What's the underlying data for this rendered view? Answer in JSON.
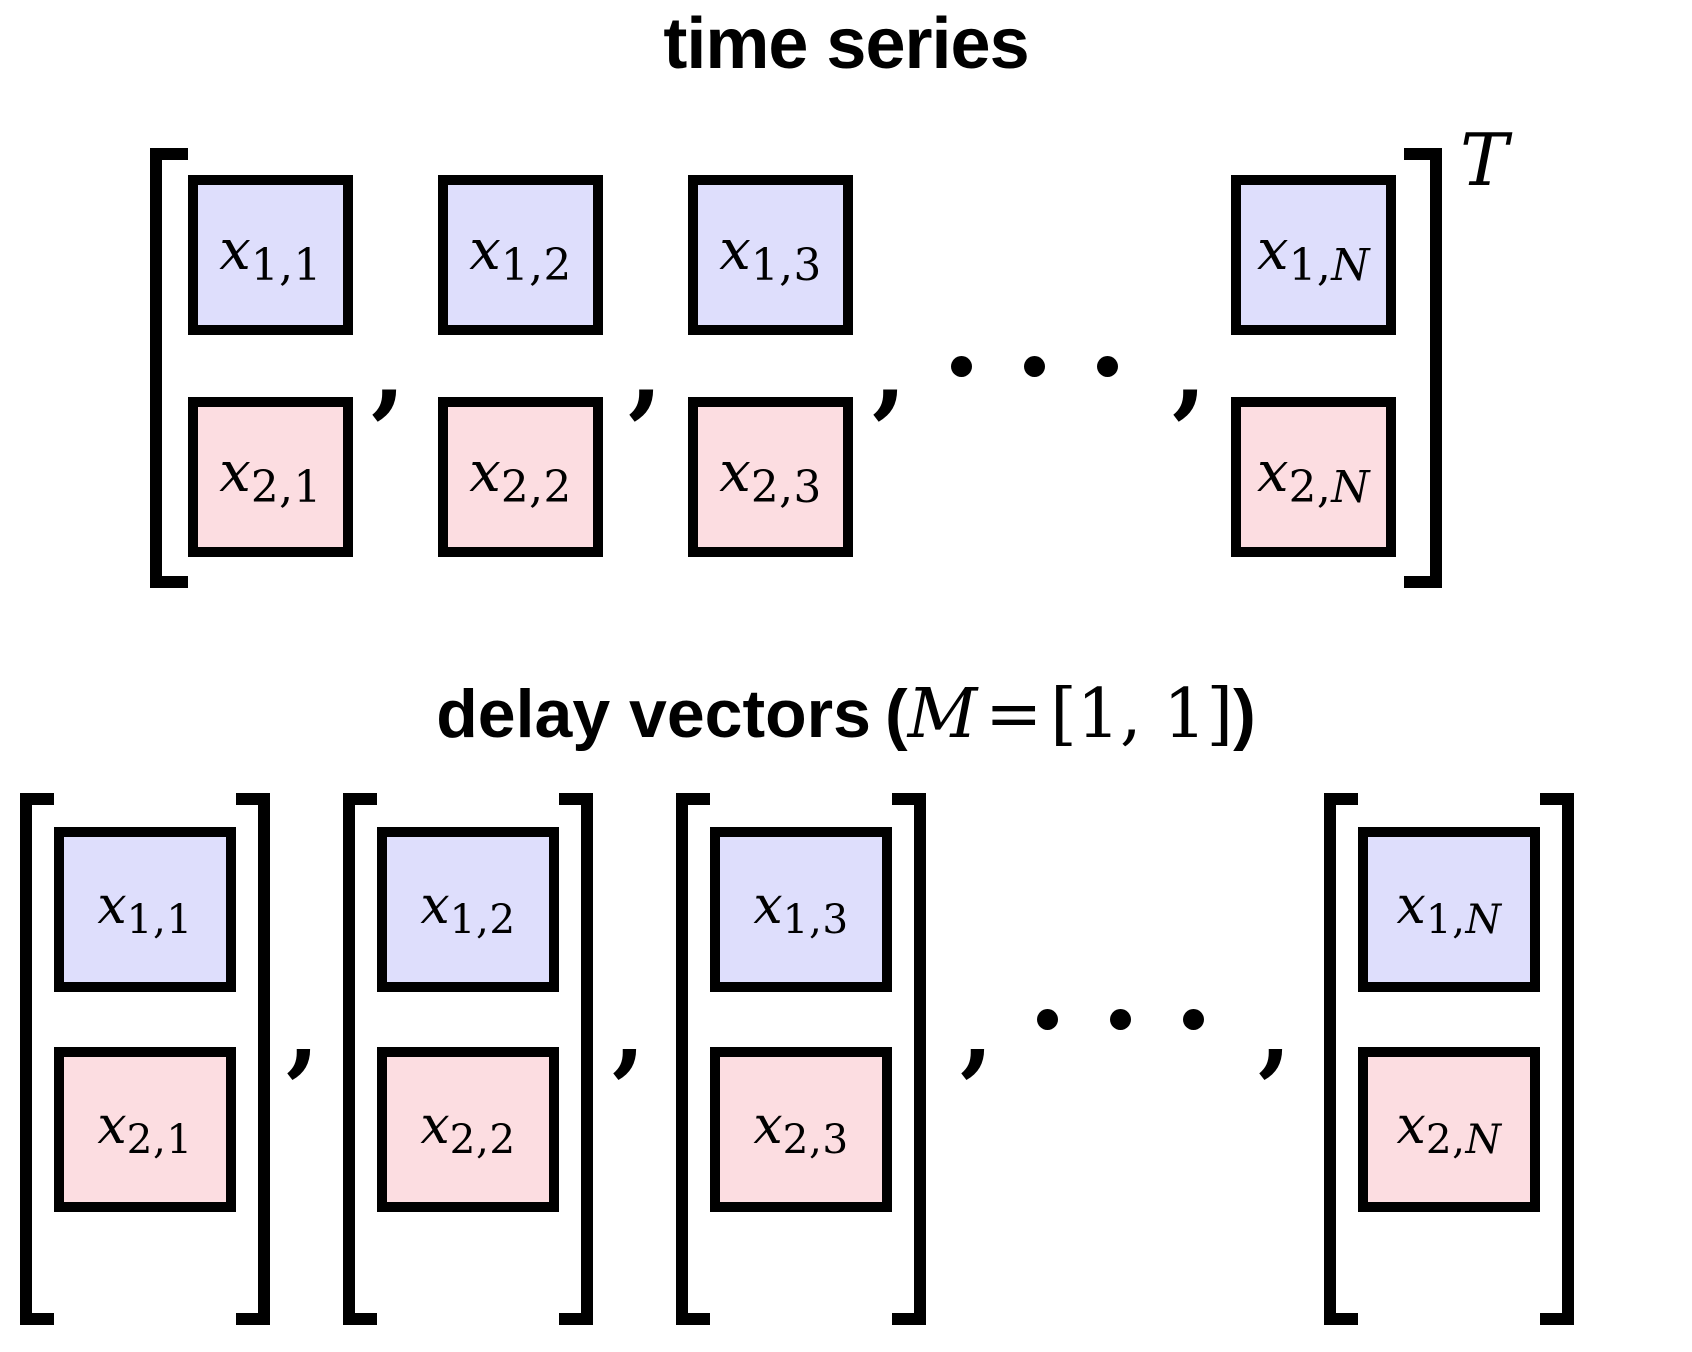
{
  "figure": {
    "background": "#ffffff",
    "colors": {
      "box_blue_fill": "#dedefc",
      "box_pink_fill": "#fcdde1",
      "stroke": "#000000"
    }
  },
  "sections": {
    "timeseries": {
      "title": "time series",
      "exponent": "T",
      "separator": ",",
      "ellipsis_dots": 3,
      "columns": [
        {
          "top": {
            "base": "x",
            "sub": "1,1",
            "fill": "blue"
          },
          "bottom": {
            "base": "x",
            "sub": "2,1",
            "fill": "pink"
          }
        },
        {
          "top": {
            "base": "x",
            "sub": "1,2",
            "fill": "blue"
          },
          "bottom": {
            "base": "x",
            "sub": "2,2",
            "fill": "pink"
          }
        },
        {
          "top": {
            "base": "x",
            "sub": "1,3",
            "fill": "blue"
          },
          "bottom": {
            "base": "x",
            "sub": "2,3",
            "fill": "pink"
          }
        },
        {
          "top": {
            "base": "x",
            "sub": "1,N",
            "fill": "blue"
          },
          "bottom": {
            "base": "x",
            "sub": "2,N",
            "fill": "pink"
          }
        }
      ]
    },
    "delay_vectors": {
      "title_prefix": "delay vectors",
      "title_paren_open": "(",
      "title_var": "M",
      "title_eq": "=",
      "title_value": "[1, 1]",
      "title_paren_close": ")",
      "title_full": "delay vectors (M = [1, 1])",
      "separator": ",",
      "ellipsis_dots": 3,
      "vectors": [
        {
          "top": {
            "base": "x",
            "sub": "1,1",
            "fill": "blue"
          },
          "bottom": {
            "base": "x",
            "sub": "2,1",
            "fill": "pink"
          }
        },
        {
          "top": {
            "base": "x",
            "sub": "1,2",
            "fill": "blue"
          },
          "bottom": {
            "base": "x",
            "sub": "2,2",
            "fill": "pink"
          }
        },
        {
          "top": {
            "base": "x",
            "sub": "1,3",
            "fill": "blue"
          },
          "bottom": {
            "base": "x",
            "sub": "2,3",
            "fill": "pink"
          }
        },
        {
          "top": {
            "base": "x",
            "sub": "1,N",
            "fill": "blue"
          },
          "bottom": {
            "base": "x",
            "sub": "2,N",
            "fill": "pink"
          }
        }
      ]
    }
  }
}
